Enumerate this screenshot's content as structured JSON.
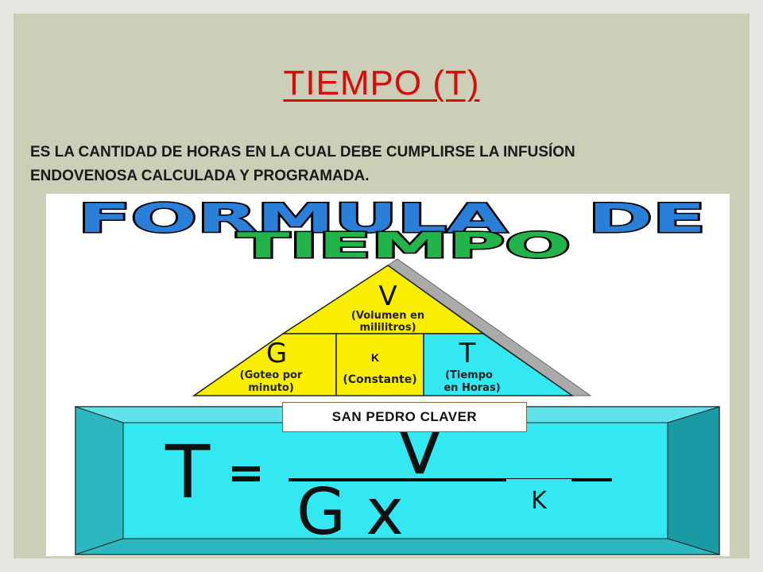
{
  "title": "TIEMPO (T)",
  "description_lines": [
    "ES LA CANTIDAD DE HORAS  EN LA CUAL DEBE CUMPLIRSE LA INFUSÍON",
    "ENDOVENOSA CALCULADA Y PROGRAMADA."
  ],
  "figure": {
    "heading_line1": "FORMULA   DE",
    "heading_line2": "TIEMPO",
    "triangle": {
      "top_letter": "V",
      "top_caption_1": "(Volumen en",
      "top_caption_2": "mililitros)",
      "left_letter": "G",
      "left_caption_1": "(Goteo por",
      "left_caption_2": "minuto)",
      "middle_caption": "(Constante)",
      "right_letter": "T",
      "right_caption_1": "(Tiempo",
      "right_caption_2": "en Horas)"
    },
    "k_small": "K",
    "label": "SAN PEDRO  CLAVER",
    "formula": {
      "left": "T",
      "equals": "=",
      "numerator": "V",
      "denominator": "G x"
    },
    "k_big": "K"
  },
  "colors": {
    "title": "#d80b0b",
    "background": "#ccceb7",
    "triangle_yellow": "#f9ed00",
    "triangle_cyan": "#33e8f0",
    "heading_blue": "#2a7fd8",
    "heading_green": "#22b34a"
  }
}
